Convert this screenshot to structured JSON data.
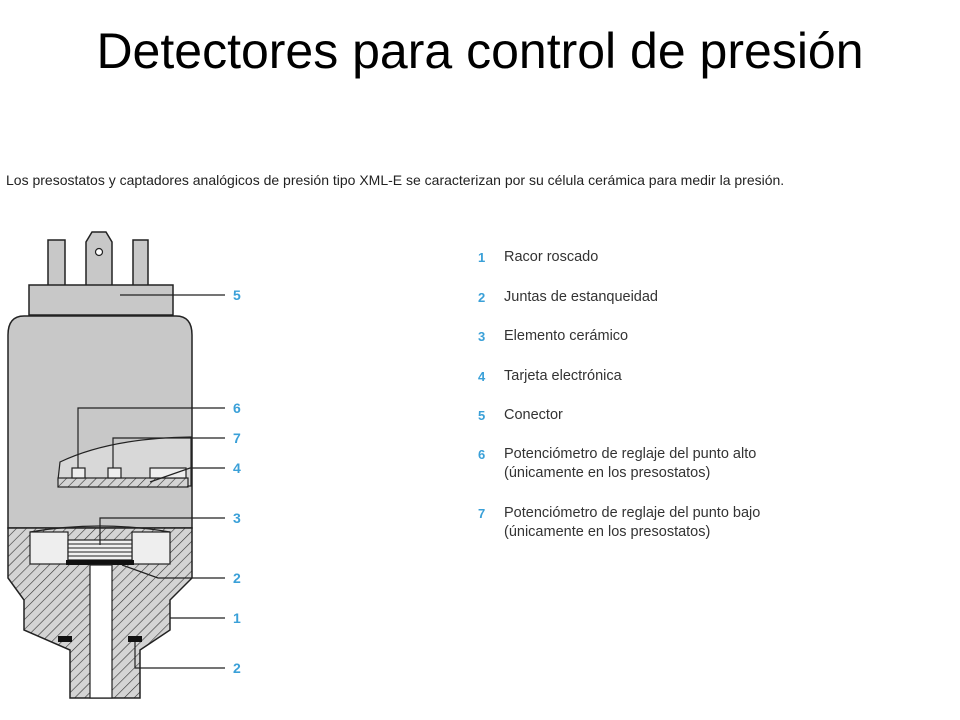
{
  "title": "Detectores para control de presión",
  "intro": "Los presostatos y captadores analógicos de presión tipo XML-E se caracterizan por su célula cerámica para medir la presión.",
  "legend": [
    {
      "num": "1",
      "text": "Racor roscado"
    },
    {
      "num": "2",
      "text": "Juntas de estanqueidad"
    },
    {
      "num": "3",
      "text": "Elemento cerámico"
    },
    {
      "num": "4",
      "text": "Tarjeta electrónica"
    },
    {
      "num": "5",
      "text": "Conector"
    },
    {
      "num": "6",
      "text": "Potenciómetro de reglaje del punto alto\n(únicamente en los presostatos)"
    },
    {
      "num": "7",
      "text": "Potenciómetro de reglaje del punto bajo\n(únicamente en los presostatos)"
    }
  ],
  "callouts": [
    "5",
    "6",
    "7",
    "4",
    "3",
    "2",
    "1",
    "2"
  ],
  "colors": {
    "accent": "#3aa0d8",
    "body": "#c8c8c8",
    "dark": "#222222"
  }
}
